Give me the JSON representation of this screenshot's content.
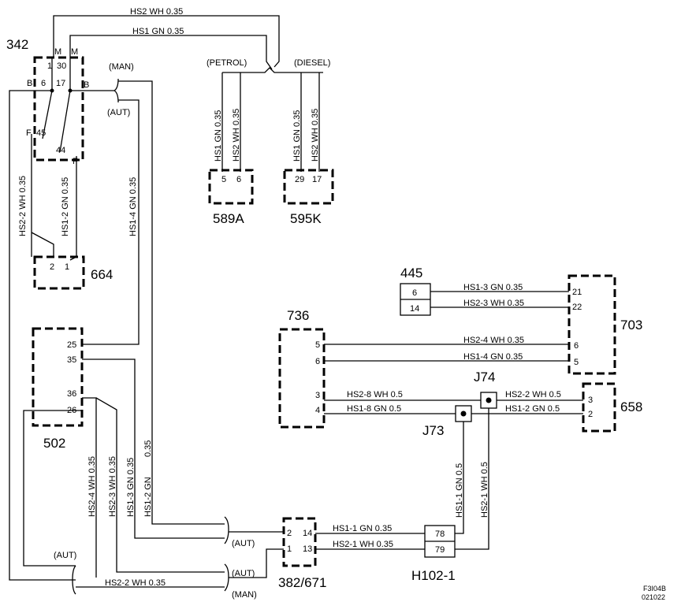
{
  "components": {
    "c342": "342",
    "c589A": "589A",
    "c595K": "595K",
    "c664": "664",
    "c445": "445",
    "c703": "703",
    "c736": "736",
    "c502": "502",
    "c658": "658",
    "cJ74": "J74",
    "cJ73": "J73",
    "c382": "382/671",
    "cH102": "H102-1"
  },
  "wire_labels": {
    "top_hs2": "HS2   WH   0.35",
    "top_hs1": "HS1   GN   0.35",
    "hs2_2_wh": "HS2-2  WH 0.35",
    "hs1_2_gn": "HS1-2  GN  0.35",
    "hs1_4_gn": "HS1-4  GN  0.35",
    "p_hs1": "HS1  GN  0.35",
    "p_hs2": "HS2  WH  0.35",
    "d_hs1": "HS1  GN  0.35",
    "d_hs2": "HS2  WH  0.35",
    "w445_hs1_3": "HS1-3   GN   0.35",
    "w445_hs2_3": "HS2-3   WH   0.35",
    "w736_hs2_4": "HS2-4   WH   0.35",
    "w736_hs1_4": "HS1-4   GN   0.35",
    "w736_hs2_8": "HS2-8   WH   0.5",
    "w736_hs1_8": "HS1-8   GN   0.5",
    "w658_hs2_2": "HS2-2   WH 0.5",
    "w658_hs1_2": "HS1-2   GN   0.5",
    "jv_hs1_1": "HS1-1   GN   0.5",
    "jv_hs2_1": "HS2-1   WH   0.5",
    "b_hs2_4": "HS2-4   WH   0.35",
    "b_hs2_3": "HS2-3   WH   0.35",
    "b_hs1_3": "HS1-3   GN   0.35",
    "b_hs1_2": "HS1-2   GN",
    "b_0_35": "0.35",
    "h_hs1_1": "HS1-1  GN   0.35",
    "h_hs2_1": "HS2-1  WH   0.35",
    "bottom_hs2_2": "HS2-2    WH   0.35"
  },
  "pins": {
    "p342_1": "1",
    "p342_30": "30",
    "p342_M1": "M",
    "p342_M2": "M",
    "p342_B1": "B",
    "p342_6": "6",
    "p342_17": "17",
    "p342_B2": "B",
    "p342_F1": "F",
    "p342_45": "45",
    "p342_44": "44",
    "p342_F2": "F",
    "p589_5": "5",
    "p589_6": "6",
    "p595_29": "29",
    "p595_17": "17",
    "p664_2": "2",
    "p664_1": "1",
    "p445_6": "6",
    "p445_14": "14",
    "p703_21": "21",
    "p703_22": "22",
    "p703_6": "6",
    "p703_5": "5",
    "p736_5": "5",
    "p736_6": "6",
    "p736_3": "3",
    "p736_4": "4",
    "p502_25": "25",
    "p502_35": "35",
    "p502_36": "36",
    "p502_26": "26",
    "p658_3": "3",
    "p658_2": "2",
    "p382_2": "2",
    "p382_1": "1",
    "p382_14": "14",
    "p382_13": "13",
    "pH_78": "78",
    "pH_79": "79"
  },
  "variants": {
    "petrol": "(PETROL)",
    "diesel": "(DIESEL)",
    "man_top": "(MAN)",
    "aut_top": "(AUT)",
    "aut_mid": "(AUT)",
    "aut_left": "(AUT)",
    "aut_bottom": "(AUT)",
    "man_bottom": "(MAN)"
  },
  "figure_code": {
    "line1": "F3I04B",
    "line2": "021022"
  }
}
